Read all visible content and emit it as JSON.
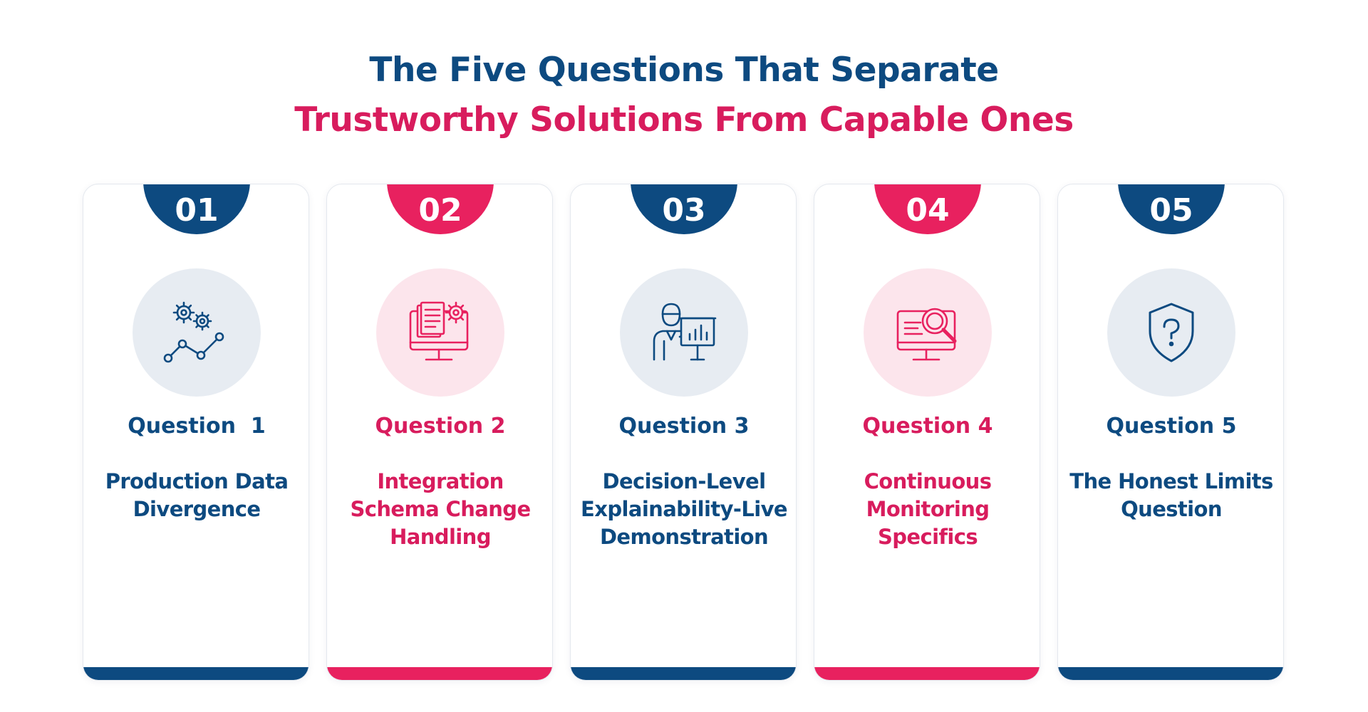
{
  "header": {
    "title_line1": "The Five Questions That Separate",
    "title_line2": "Trustworthy Solutions From Capable Ones"
  },
  "colors": {
    "navy": "#0d4a80",
    "pink": "#e8215f"
  },
  "cards": [
    {
      "number": "01",
      "label": "Question  1",
      "description": "Production Data Divergence",
      "icon": "gears-chart-icon",
      "theme": "navy"
    },
    {
      "number": "02",
      "label": "Question 2",
      "description": "Integration Schema Change Handling",
      "icon": "monitor-document-gear-icon",
      "theme": "pink"
    },
    {
      "number": "03",
      "label": "Question 3",
      "description": "Decision-Level Explainability-Live Demonstration",
      "icon": "presenter-chart-icon",
      "theme": "navy"
    },
    {
      "number": "04",
      "label": "Question 4",
      "description": "Continuous Monitoring Specifics",
      "icon": "monitor-magnifier-icon",
      "theme": "pink"
    },
    {
      "number": "05",
      "label": "Question 5",
      "description": "The Honest Limits Question",
      "icon": "shield-question-icon",
      "theme": "navy"
    }
  ]
}
